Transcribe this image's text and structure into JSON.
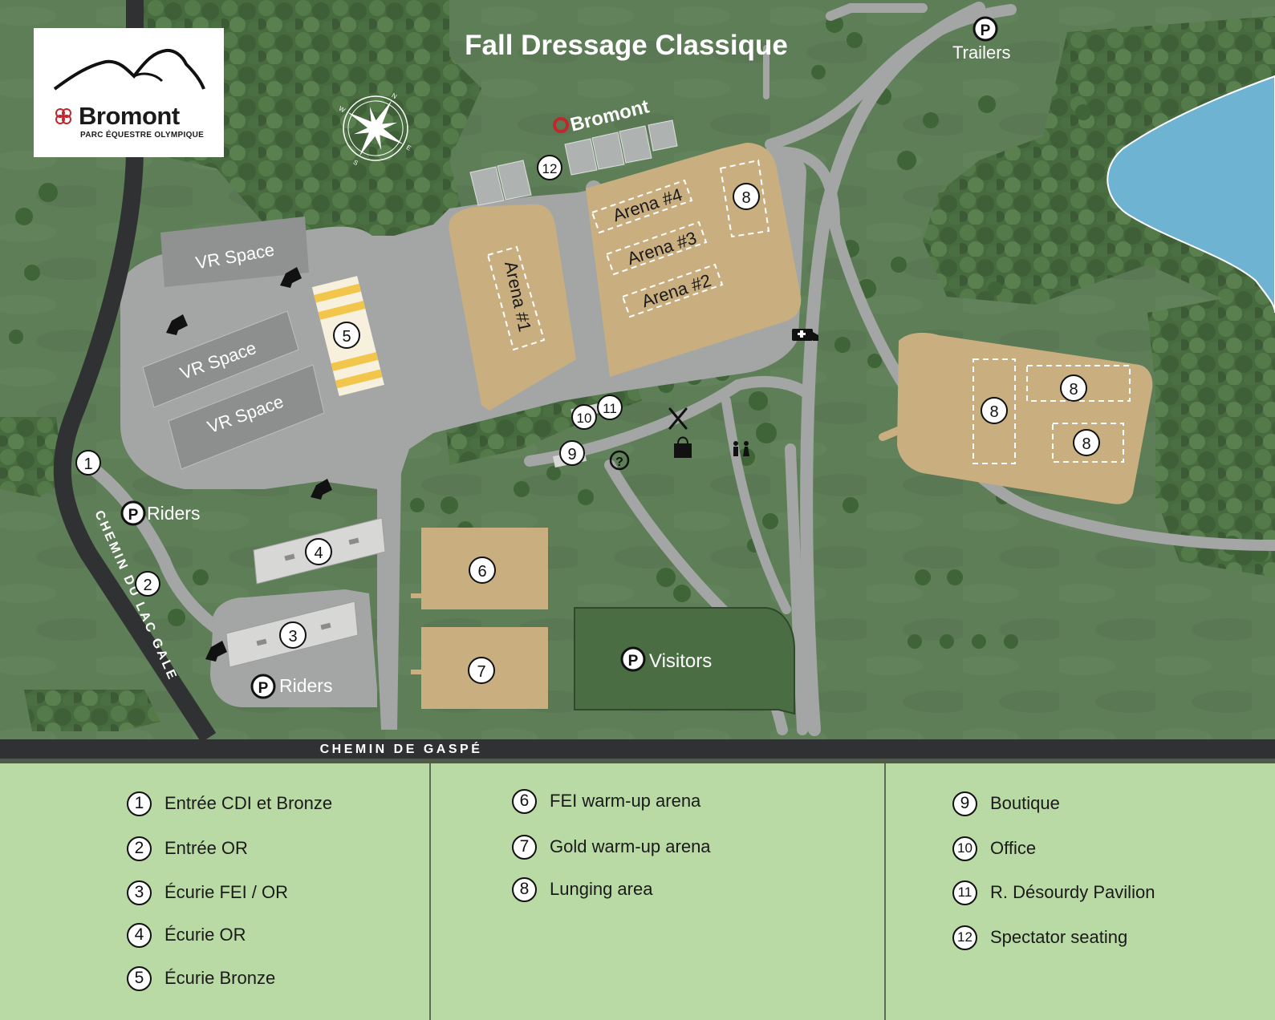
{
  "title": "Fall Dressage Classique",
  "logo": {
    "wordmark": "Bromont",
    "subtitle": "PARC ÉQUESTRE OLYMPIQUE",
    "sign_text": "Bromont"
  },
  "roads": {
    "south": "CHEMIN DE GASPÉ",
    "west": "CHEMIN DU LAC GALE"
  },
  "compass": [
    "N",
    "E",
    "S",
    "W"
  ],
  "map_labels": {
    "vr_space": "VR Space",
    "arena_1": "Arena #1",
    "arena_2": "Arena #2",
    "arena_3": "Arena #3",
    "arena_4": "Arena #4",
    "parking_symbol": "P",
    "riders": "Riders",
    "visitors": "Visitors",
    "trailers": "Trailers",
    "info_symbol": "?"
  },
  "icons": {
    "parking": "parking-icon",
    "stable": "horse-head-icon",
    "first_aid": "ambulance-icon",
    "restaurant": "fork-knife-icon",
    "shop": "shopping-bag-icon",
    "restrooms": "restroom-icon",
    "information": "question-icon",
    "compass": "compass-rose-icon"
  },
  "colors": {
    "grass": "#5e7e58",
    "forest": "#476b3e",
    "pavement": "#a3a6a4",
    "arena_sand": "#c9ae80",
    "water": "#6fb3d2",
    "legend_bg": "#b9daa4",
    "road": "#2f3133",
    "stripe_yellow": "#f1c64b"
  },
  "legend": [
    {
      "num": "1",
      "label": "Entrée CDI et Bronze"
    },
    {
      "num": "2",
      "label": "Entrée OR"
    },
    {
      "num": "3",
      "label": "Écurie FEI / OR"
    },
    {
      "num": "4",
      "label": "Écurie OR"
    },
    {
      "num": "5",
      "label": "Écurie Bronze"
    },
    {
      "num": "6",
      "label": "FEI warm-up arena"
    },
    {
      "num": "7",
      "label": "Gold warm-up arena"
    },
    {
      "num": "8",
      "label": "Lunging area"
    },
    {
      "num": "9",
      "label": "Boutique"
    },
    {
      "num": "10",
      "label": "Office"
    },
    {
      "num": "11",
      "label": "R. Désourdy Pavilion"
    },
    {
      "num": "12",
      "label": "Spectator seating"
    }
  ]
}
